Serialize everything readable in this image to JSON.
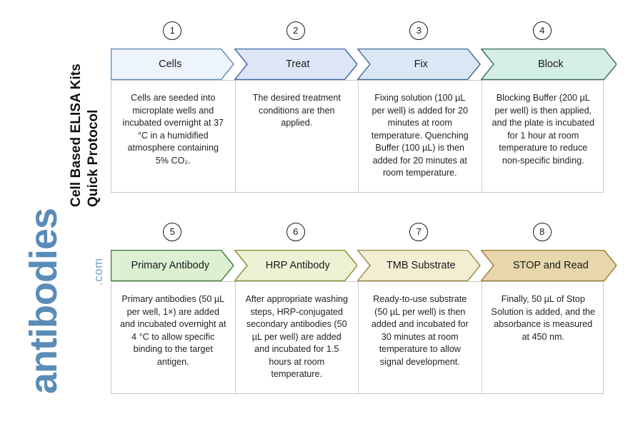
{
  "title": {
    "line1": "Cell Based ELISA Kits",
    "line2": "Quick Protocol"
  },
  "logo": {
    "word": "antibodies",
    "suffix": ".com",
    "color": "#5b8cb8"
  },
  "rows": [
    {
      "steps": [
        {
          "number": "1",
          "label": "Cells",
          "body": "Cells are seeded into microplate wells and incubated overnight at 37 °C in a humidified atmosphere containing 5% CO₂.",
          "fill": "#eef4fb",
          "stroke": "#5b87b5"
        },
        {
          "number": "2",
          "label": "Treat",
          "body": "The desired treatment conditions are then applied.",
          "fill": "#dde6f7",
          "stroke": "#3f63a8"
        },
        {
          "number": "3",
          "label": "Fix",
          "body": "Fixing solution (100 µL per well) is added for 20 minutes at room temperature. Quenching Buffer (100 µL) is then added for 20 minutes at room temperature.",
          "fill": "#dae8f5",
          "stroke": "#3f6a8f"
        },
        {
          "number": "4",
          "label": "Block",
          "body": "Blocking Buffer (200 µL per well) is then applied, and the plate is incubated for 1 hour at room temperature to reduce non-specific binding.",
          "fill": "#d3eee4",
          "stroke": "#3c6b63"
        }
      ]
    },
    {
      "steps": [
        {
          "number": "5",
          "label": "Primary Antibody",
          "body": "Primary antibodies (50 µL per well, 1×) are added and incubated overnight at 4 °C to allow specific binding to the target antigen.",
          "fill": "#dcf0d2",
          "stroke": "#3f7a33"
        },
        {
          "number": "6",
          "label": "HRP Antibody",
          "body": "After appropriate washing steps, HRP-conjugated secondary antibodies (50 µL per well) are added and incubated for 1.5 hours at room temperature.",
          "fill": "#eef2d4",
          "stroke": "#8a8a2e"
        },
        {
          "number": "7",
          "label": "TMB Substrate",
          "body": "Ready-to-use substrate (50 µL per well) is then added and incubated for 30 minutes at room temperature to allow signal development.",
          "fill": "#f3eed2",
          "stroke": "#9a8545"
        },
        {
          "number": "8",
          "label": "STOP and Read",
          "body": "Finally, 50 µL of Stop Solution is added, and the absorbance is measured at 450 nm.",
          "fill": "#e8d7ac",
          "stroke": "#9a7c32"
        }
      ]
    }
  ]
}
